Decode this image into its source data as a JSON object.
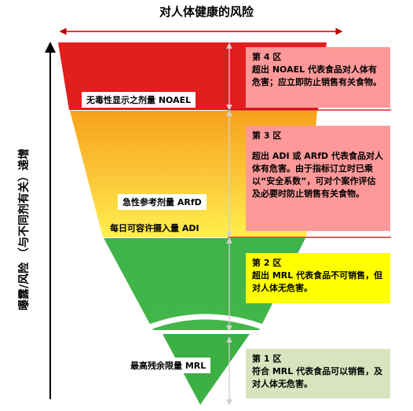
{
  "header": {
    "title": "对人体健康的风险"
  },
  "axis": {
    "label": "曝露/风险 （与不同剂有关）递增"
  },
  "thresholds": {
    "noael": "无毒性显示之剂量 NOAEL",
    "arfd": "急性参考剂量 ARfD",
    "adi": "每日可容许摄入量 ADI",
    "mrl": "最高残余限量 MRL"
  },
  "zones": [
    {
      "title": "第 4 区",
      "text": "超出 NOAEL 代表食品对人体有危害；应立即防止销售有关食物。",
      "color": "#ff9999"
    },
    {
      "title": "第 3 区",
      "text": "超出 ADI 或 ARfD 代表食品对人体有危害。由于指标订立时已乘以“安全系数”，可对个案作评估及必要时防止销售有关食物。",
      "color": "#ff9999"
    },
    {
      "title": "第 2 区",
      "text": "超出 MRL 代表食品不可销售，但对人体无危害。",
      "color": "#ffff00"
    },
    {
      "title": "第 1 区",
      "text": "符合 MRL 代表食品可以销售，及对人体无危害。",
      "color": "#d7e4bd"
    }
  ],
  "colors": {
    "red": "#e31e1e",
    "orange": "#f7931e",
    "yellow": "#ffe14d",
    "green": "#3cb043",
    "arrow_red": "#c00000",
    "divider": "#c00000"
  }
}
